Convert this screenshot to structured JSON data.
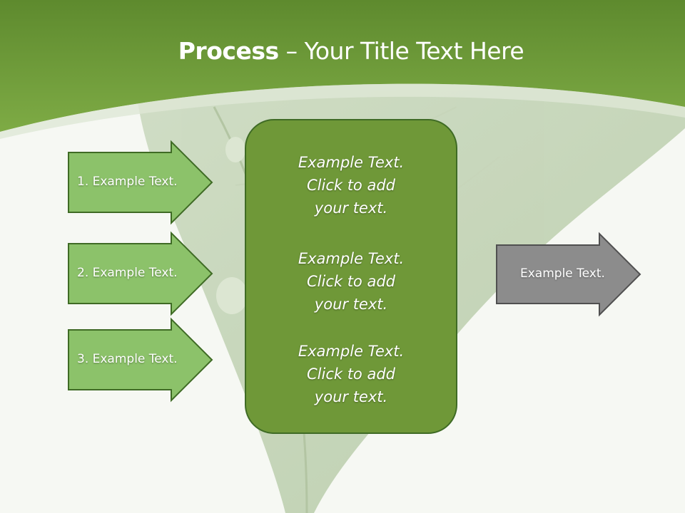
{
  "slide": {
    "title_bold": "Process",
    "title_rest": " – Your Title Text Here"
  },
  "inputs": [
    {
      "label": "1. Example Text."
    },
    {
      "label": "2. Example Text."
    },
    {
      "label": "3. Example Text."
    }
  ],
  "center": {
    "paragraphs": [
      {
        "line1": "Example Text.",
        "line2": "Click  to add",
        "line3": "your text."
      },
      {
        "line1": "Example Text.",
        "line2": "Click  to add",
        "line3": "your text."
      },
      {
        "line1": "Example Text.",
        "line2": "Click  to add",
        "line3": "your text."
      }
    ]
  },
  "output": {
    "label": "Example Text."
  },
  "colors": {
    "header_green": "#6e9a3a",
    "arrow_green": "#8cc26a",
    "box_green": "#6f9838",
    "output_gray": "#8c8c8c"
  }
}
